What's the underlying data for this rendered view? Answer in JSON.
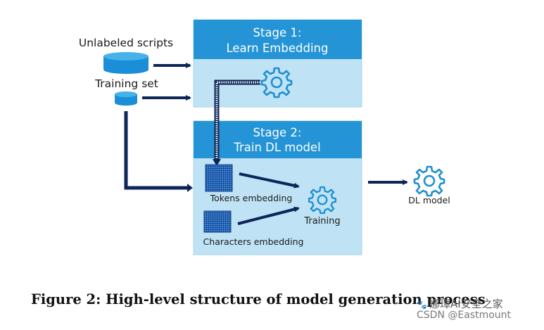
{
  "inputs": {
    "unlabeled": "Unlabeled scripts",
    "training_set": "Training set"
  },
  "stage1": {
    "title_line1": "Stage 1:",
    "title_line2": "Learn Embedding"
  },
  "stage2": {
    "title_line1": "Stage 2:",
    "title_line2": "Train DL model",
    "tokens": "Tokens embedding",
    "characters": "Characters embedding",
    "training": "Training"
  },
  "output": {
    "label": "DL model"
  },
  "caption": "Figure 2: High-level structure of model generation process",
  "watermark": {
    "line1": "娜璋AI安全之家",
    "line2": "CSDN @Eastmount"
  },
  "colors": {
    "header_blue": "#2494d6",
    "panel_light": "#bfe3f5",
    "gear_blue": "#1f8fd1",
    "arrow_navy": "#0d2558",
    "grid_blue": "#1e5aa7"
  }
}
